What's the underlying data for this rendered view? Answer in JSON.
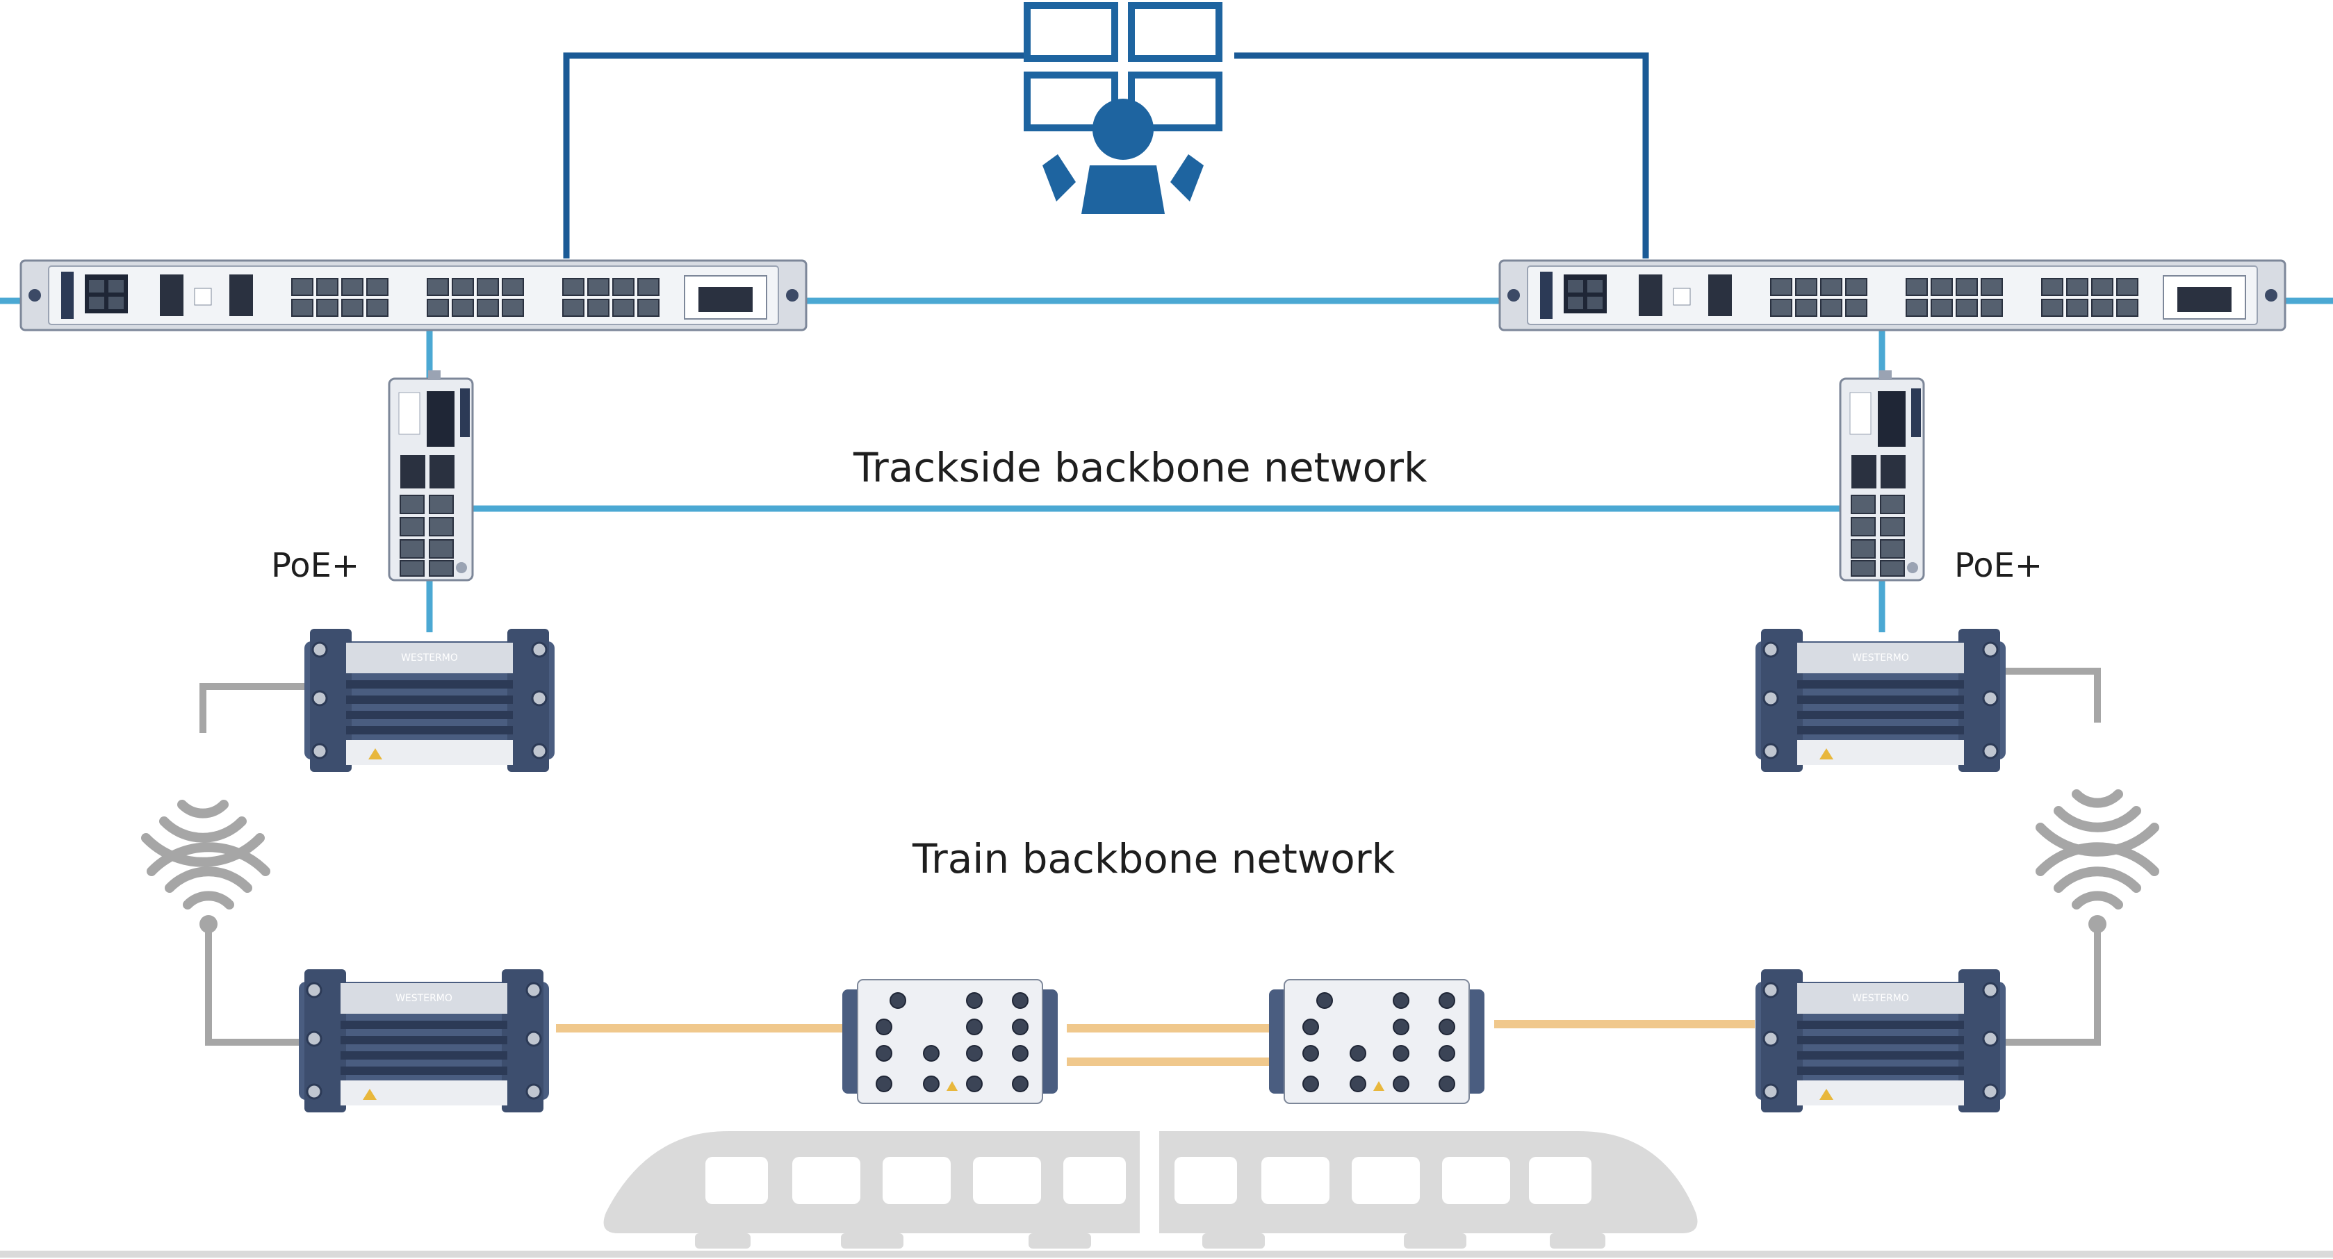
{
  "labels": {
    "trackside": "Trackside backbone network",
    "train": "Train backbone network",
    "poe_left": "PoE+",
    "poe_right": "PoE+"
  },
  "device_branding": {
    "brand": "WESTERMO"
  },
  "colors": {
    "ethernet_link": "#4ba8d3",
    "control_link": "#1a5a96",
    "operator_icon": "#1e64a0",
    "train_link": "#f0c88c",
    "antenna": "#a6a6a6",
    "train_body": "#dadada",
    "device_body": "#4a5d80",
    "device_dark": "#2c3a56",
    "rack_frame": "#d8dce3"
  },
  "icons": {
    "operator": "operator-workstation-icon",
    "wifi": "wifi-signal-icon",
    "train": "train-icon"
  }
}
